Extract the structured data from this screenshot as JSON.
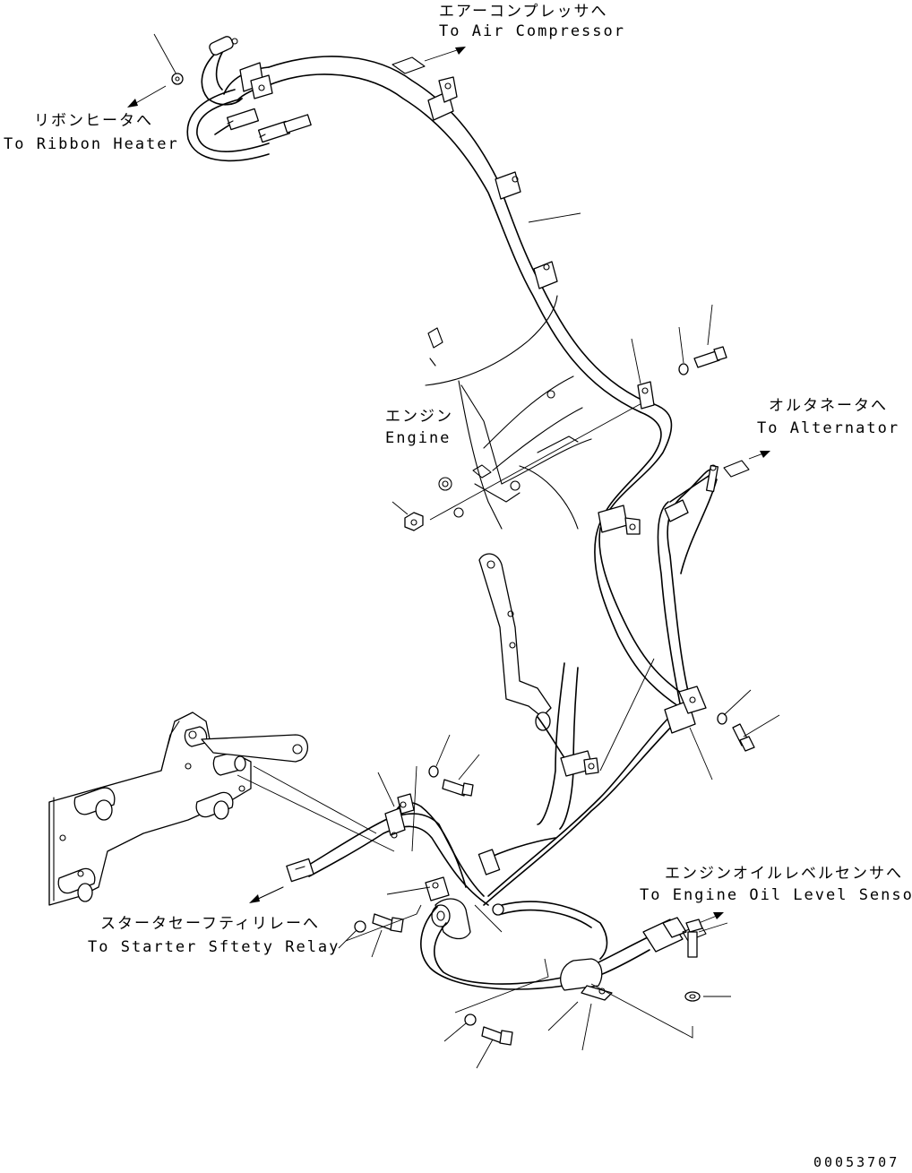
{
  "labels": {
    "air_compressor_jp": "エアーコンプレッサへ",
    "air_compressor_en": "To Air Compressor",
    "ribbon_heater_jp": "リボンヒータへ",
    "ribbon_heater_en": "To Ribbon Heater",
    "engine_jp": "エンジン",
    "engine_en": "Engine",
    "alternator_jp": "オルタネータへ",
    "alternator_en": "To Alternator",
    "oil_sensor_jp": "エンジンオイルレベルセンサへ",
    "oil_sensor_en": "To Engine Oil Level Sensor",
    "starter_relay_jp": "スタータセーフティリレーへ",
    "starter_relay_en": "To Starter Sftety Relay"
  },
  "drawing_number": "00053707",
  "colors": {
    "line": "#000000",
    "background": "#ffffff"
  }
}
